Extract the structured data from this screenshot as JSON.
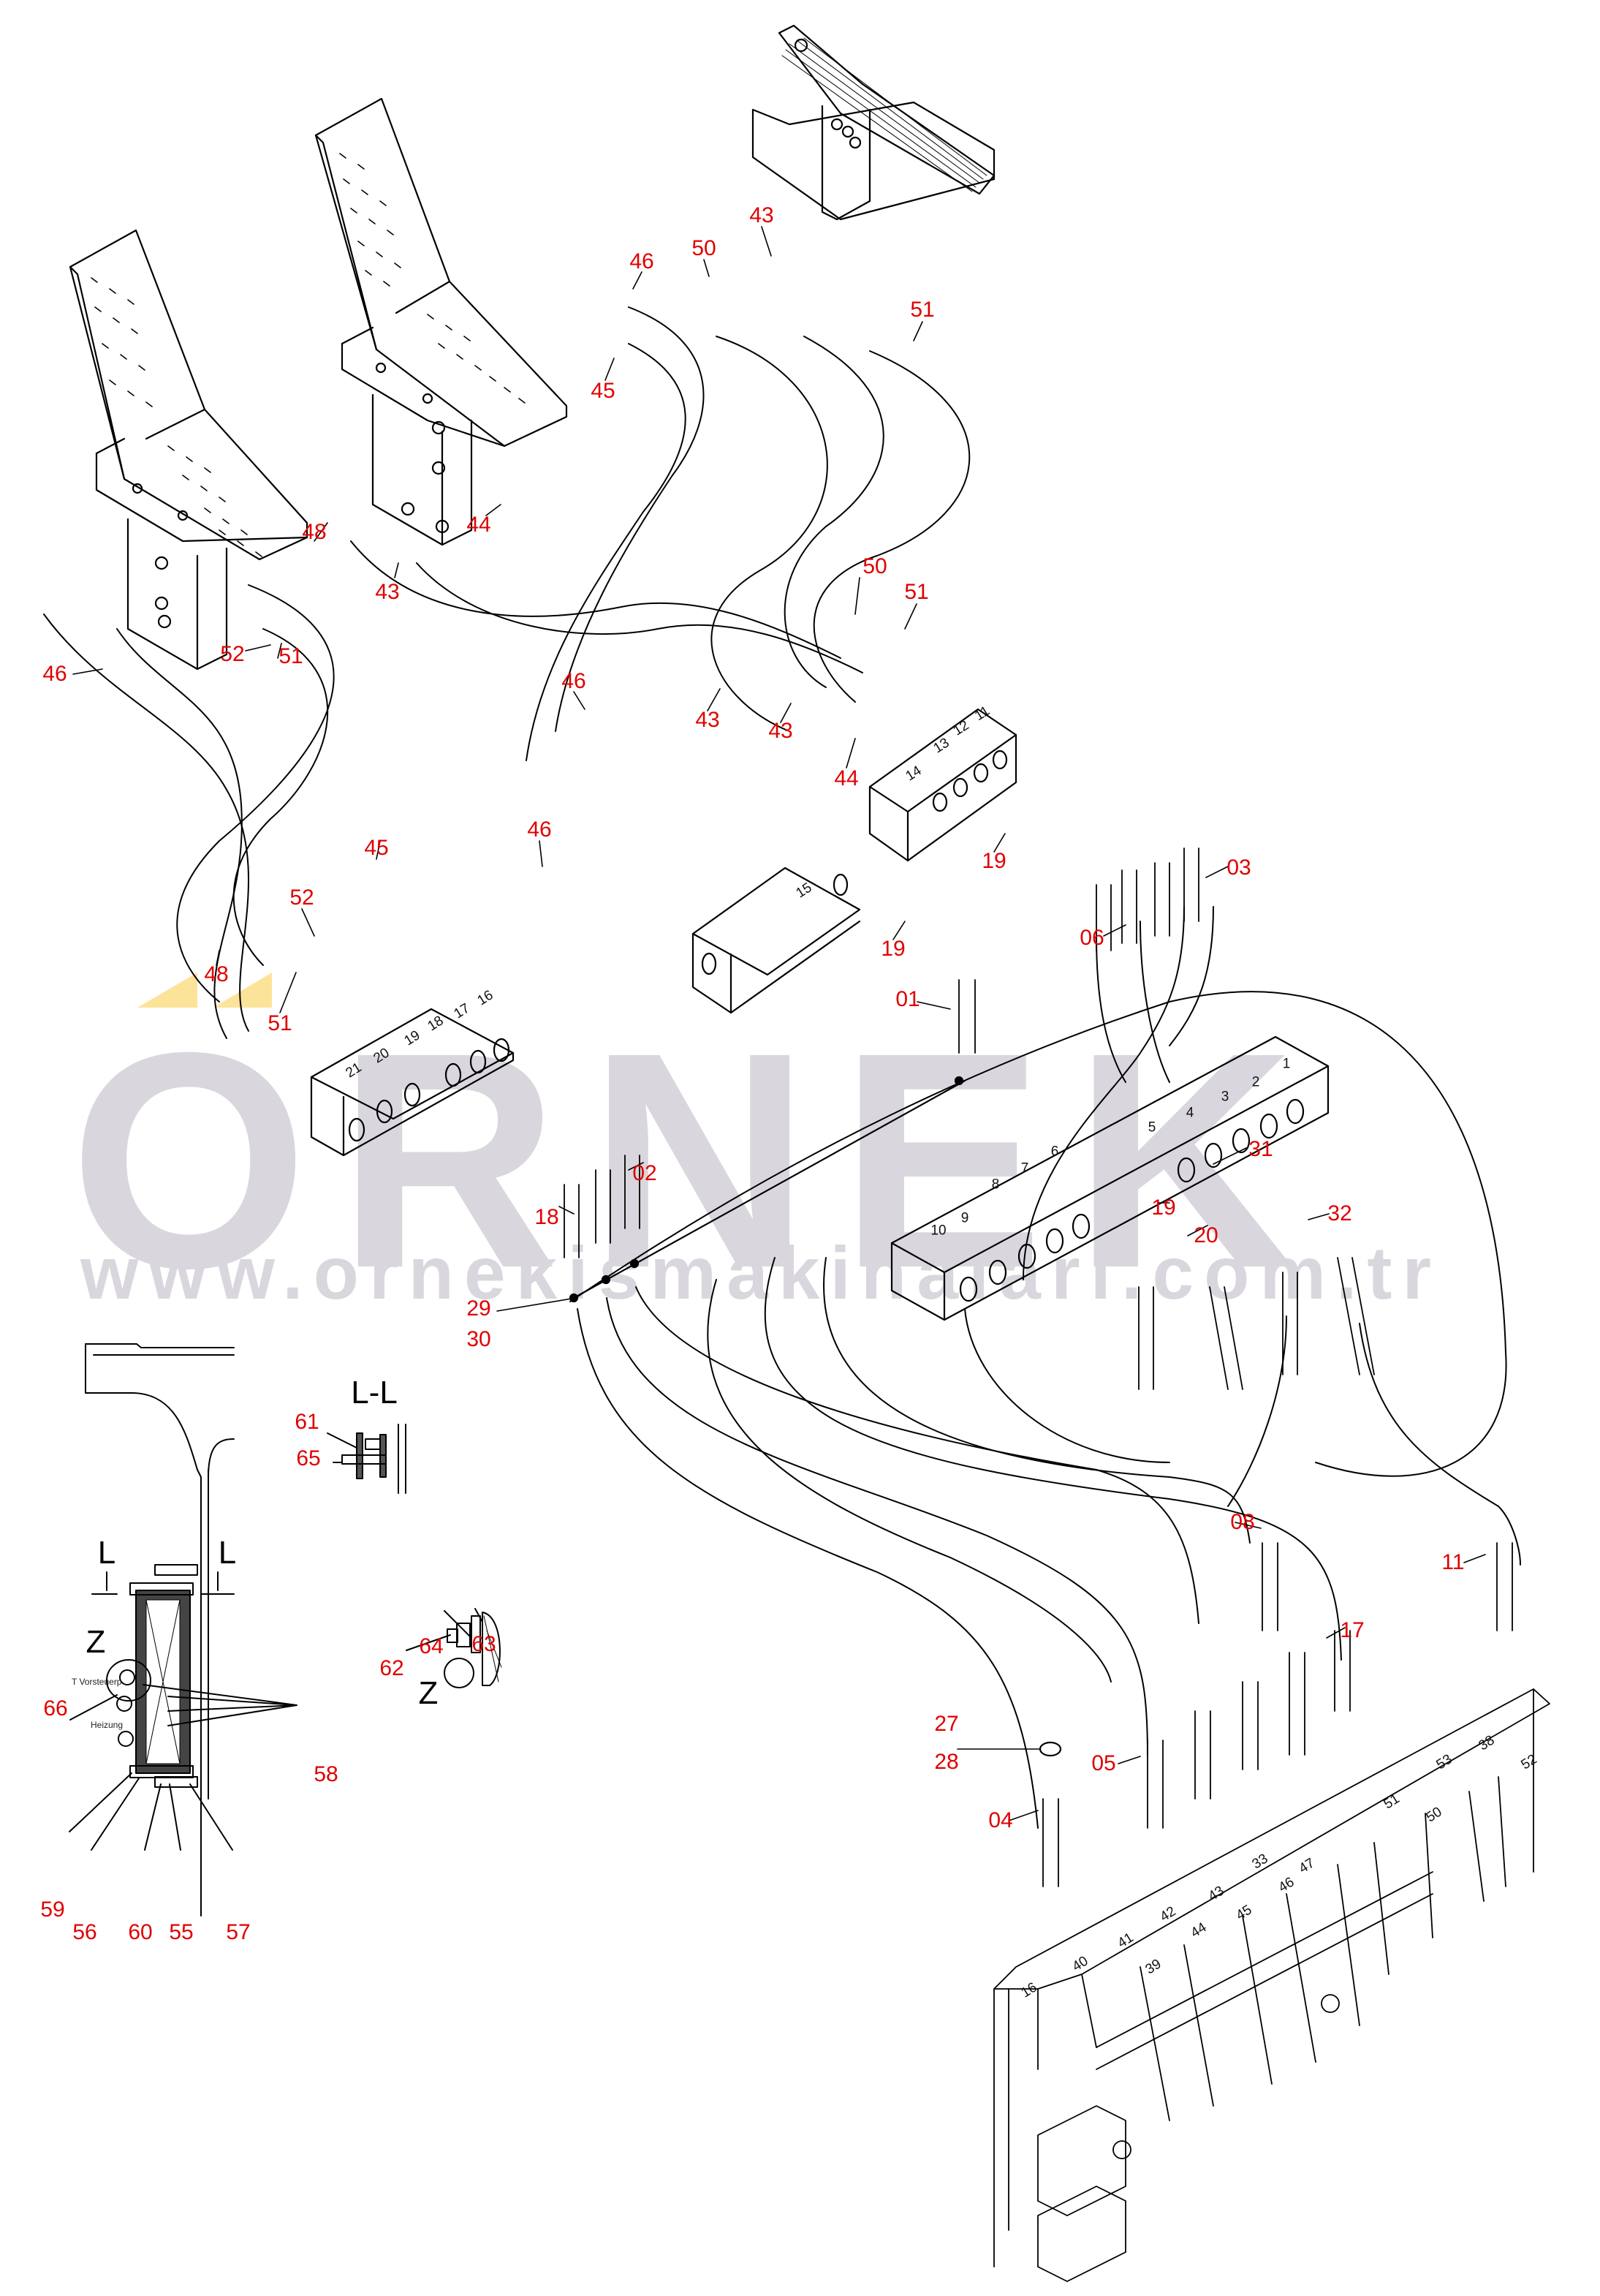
{
  "watermark": {
    "brand": "ORNEK",
    "url": "www.ornekismakinalari.com.tr",
    "colors": {
      "gray": "#d9d7dd",
      "accent": "#fce39a"
    }
  },
  "colors": {
    "callout": "#e00000",
    "line": "#000000"
  },
  "callouts": {
    "pedal_left": [
      "46",
      "52",
      "51",
      "48"
    ],
    "pedal_middle": [
      "46",
      "45",
      "43",
      "44"
    ],
    "pedal_right": [
      "50",
      "43",
      "51"
    ],
    "upper_hoses": [
      "50",
      "51",
      "46",
      "43",
      "43",
      "44",
      "46"
    ],
    "left_hoses": [
      "45",
      "52",
      "48",
      "51"
    ],
    "block_fittings": [
      "19",
      "19",
      "06",
      "03",
      "01",
      "02",
      "18",
      "29",
      "30"
    ],
    "main_block": [
      "31",
      "19",
      "20",
      "32"
    ],
    "frame_hoses": [
      "08",
      "11",
      "17",
      "27",
      "28",
      "05",
      "04"
    ],
    "detail_ll": [
      "61",
      "65"
    ],
    "detail_z": [
      "64",
      "63",
      "62"
    ],
    "section_view": [
      "66",
      "58",
      "59",
      "56",
      "60",
      "55",
      "57"
    ]
  },
  "view_labels": {
    "section_ll": "L-L",
    "cut_left": "L",
    "cut_right": "L",
    "detail_z_section": "Z",
    "detail_z": "Z"
  },
  "section_notes": {
    "pilot_pump": "T Vorsteuerp",
    "heating": "Heizung"
  },
  "blocks": {
    "block_11_14": [
      "14",
      "13",
      "12",
      "11"
    ],
    "block_15": [
      "15"
    ],
    "block_16_21": [
      "21",
      "20",
      "19",
      "18",
      "17",
      "16"
    ],
    "block_1_10": [
      "1",
      "2",
      "3",
      "4",
      "5",
      "6",
      "7",
      "8",
      "9",
      "10"
    ]
  },
  "frame_ports": [
    "16",
    "40",
    "39",
    "41",
    "42",
    "44",
    "43",
    "45",
    "33",
    "46",
    "47",
    "51",
    "50",
    "53",
    "38",
    "52"
  ]
}
